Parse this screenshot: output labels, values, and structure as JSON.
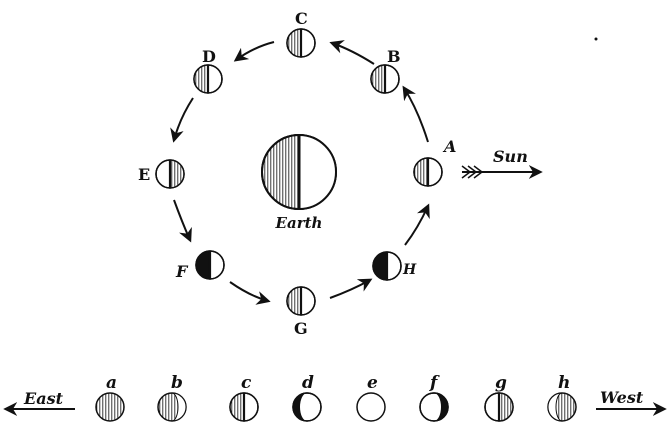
{
  "earth": {
    "label": "Earth"
  },
  "sun_label": "Sun",
  "orbit_phases": [
    {
      "letter": "A"
    },
    {
      "letter": "B"
    },
    {
      "letter": "C"
    },
    {
      "letter": "D"
    },
    {
      "letter": "E"
    },
    {
      "letter": "F"
    },
    {
      "letter": "G"
    },
    {
      "letter": "H"
    }
  ],
  "bottom_row": {
    "east_label": "East",
    "west_label": "West",
    "phases": [
      {
        "letter": "a"
      },
      {
        "letter": "b"
      },
      {
        "letter": "c"
      },
      {
        "letter": "d"
      },
      {
        "letter": "e"
      },
      {
        "letter": "f"
      },
      {
        "letter": "g"
      },
      {
        "letter": "h"
      }
    ]
  },
  "colors": {
    "ink": "#111111",
    "paper": "#ffffff"
  }
}
